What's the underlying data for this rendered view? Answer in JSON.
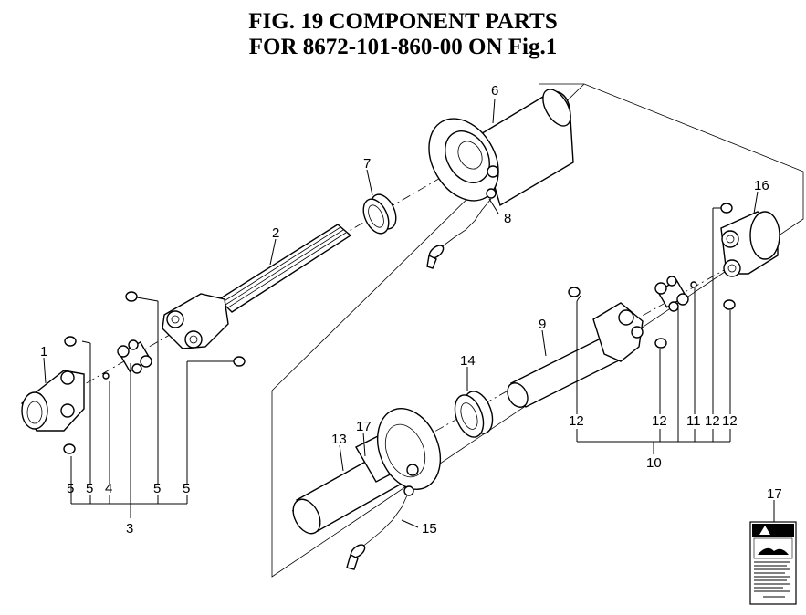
{
  "title": {
    "line1": "FIG. 19  COMPONENT PARTS",
    "line2": "FOR 8672-101-860-00 ON Fig.1"
  },
  "callouts": {
    "c1": "1",
    "c2": "2",
    "c3": "3",
    "c4": "4",
    "c5a": "5",
    "c5b": "5",
    "c5c": "5",
    "c5d": "5",
    "c6": "6",
    "c7": "7",
    "c8": "8",
    "c9": "9",
    "c10": "10",
    "c11": "11",
    "c12a": "12",
    "c12b": "12",
    "c12c": "12",
    "c12d": "12",
    "c13": "13",
    "c14": "14",
    "c15": "15",
    "c16": "16",
    "c17a": "17",
    "c17b": "17"
  }
}
